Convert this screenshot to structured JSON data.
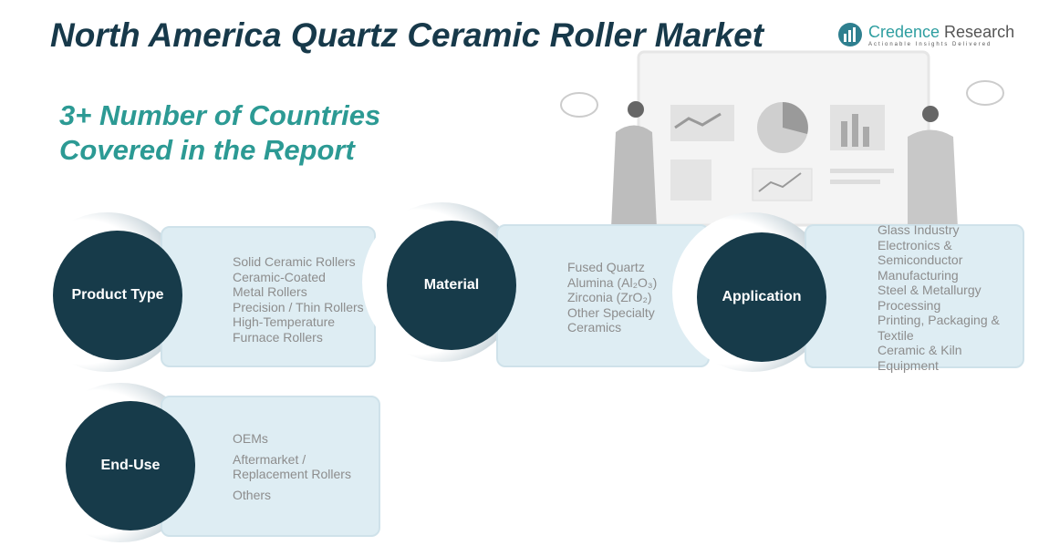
{
  "title": "North America Quartz Ceramic Roller Market",
  "subtitle_line1": "3+ Number of Countries",
  "subtitle_line2": "Covered in the Report",
  "logo": {
    "name_a": "Credence",
    "name_b": " Research",
    "tagline": "Actionable Insights Delivered"
  },
  "segments": [
    {
      "label": "Product Type",
      "items": [
        "Solid Ceramic Rollers",
        "Ceramic-Coated",
        "Metal Rollers",
        "Precision  / Thin Rollers",
        "High-Temperature",
        "Furnace Rollers"
      ]
    },
    {
      "label": "Material",
      "items": [
        "Fused Quartz",
        "Alumina (Al₂O₃)",
        "Zirconia  (ZrO₂)",
        "Other Specialty",
        "Ceramics"
      ]
    },
    {
      "label": "Application",
      "items": [
        "Glass Industry",
        "Electronics &",
        "Semiconductor",
        "Manufacturing",
        "Steel & Metallurgy",
        "Processing",
        "Printing, Packaging &",
        "Textile",
        "Ceramic & Kiln",
        "Equipment"
      ]
    },
    {
      "label": "End-Use",
      "items": [
        "OEMs",
        "Aftermarket /",
        "Replacement Rollers",
        "Others"
      ]
    }
  ],
  "colors": {
    "navy": "#173b4a",
    "teal": "#2c9a94",
    "panel": "#deedf3"
  }
}
